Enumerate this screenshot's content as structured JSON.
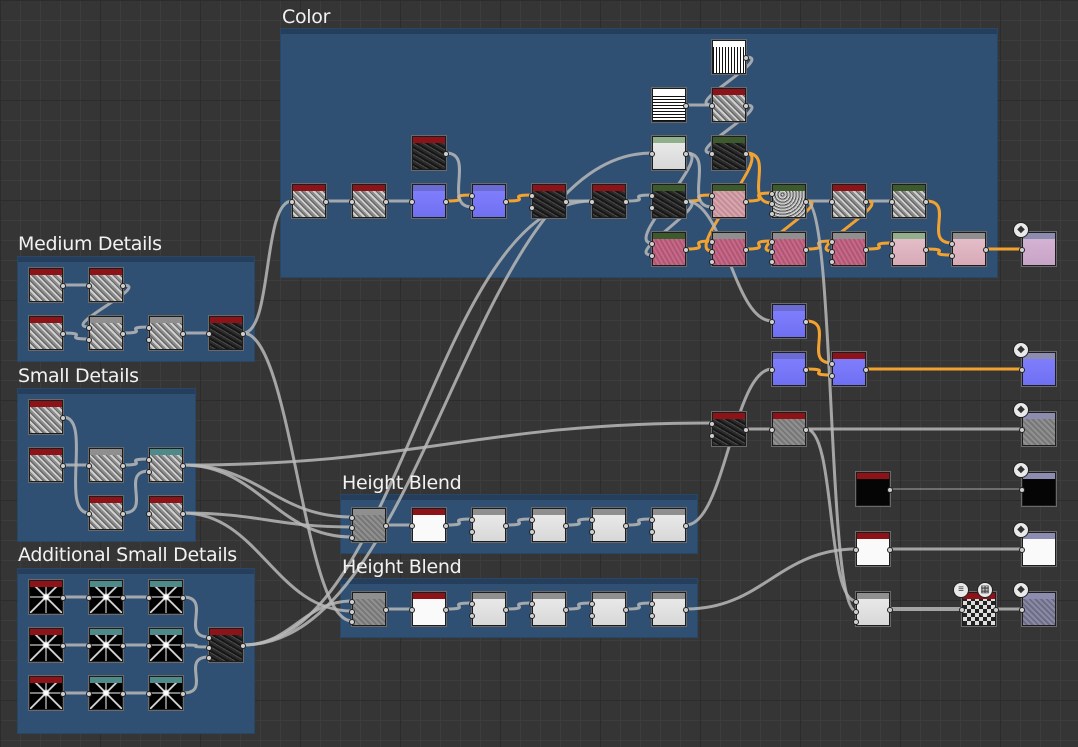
{
  "frames": [
    {
      "id": "color",
      "title": "Color"
    },
    {
      "id": "medium",
      "title": "Medium Details"
    },
    {
      "id": "small",
      "title": "Small Details"
    },
    {
      "id": "additional",
      "title": "Additional Small Details"
    },
    {
      "id": "height1",
      "title": "Height Blend"
    },
    {
      "id": "height2",
      "title": "Height Blend"
    }
  ],
  "colors": {
    "wire": "#b9b9b9",
    "wire_active": "#f2a230",
    "frame_bg": "#2f4f73",
    "header_red": "#8e1318",
    "header_green": "#3c5a2c",
    "header_lightgreen": "#8fb08a",
    "header_teal": "#4e8a8a",
    "header_gray": "#8f8f8f",
    "header_blue": "#6b6bd4",
    "header_white": "#ffffff",
    "header_purple": "#8c8cb0"
  },
  "icons": {
    "output_badge": "output-node-icon",
    "doc_badge": "document-icon",
    "check_badge": "checker-icon"
  }
}
